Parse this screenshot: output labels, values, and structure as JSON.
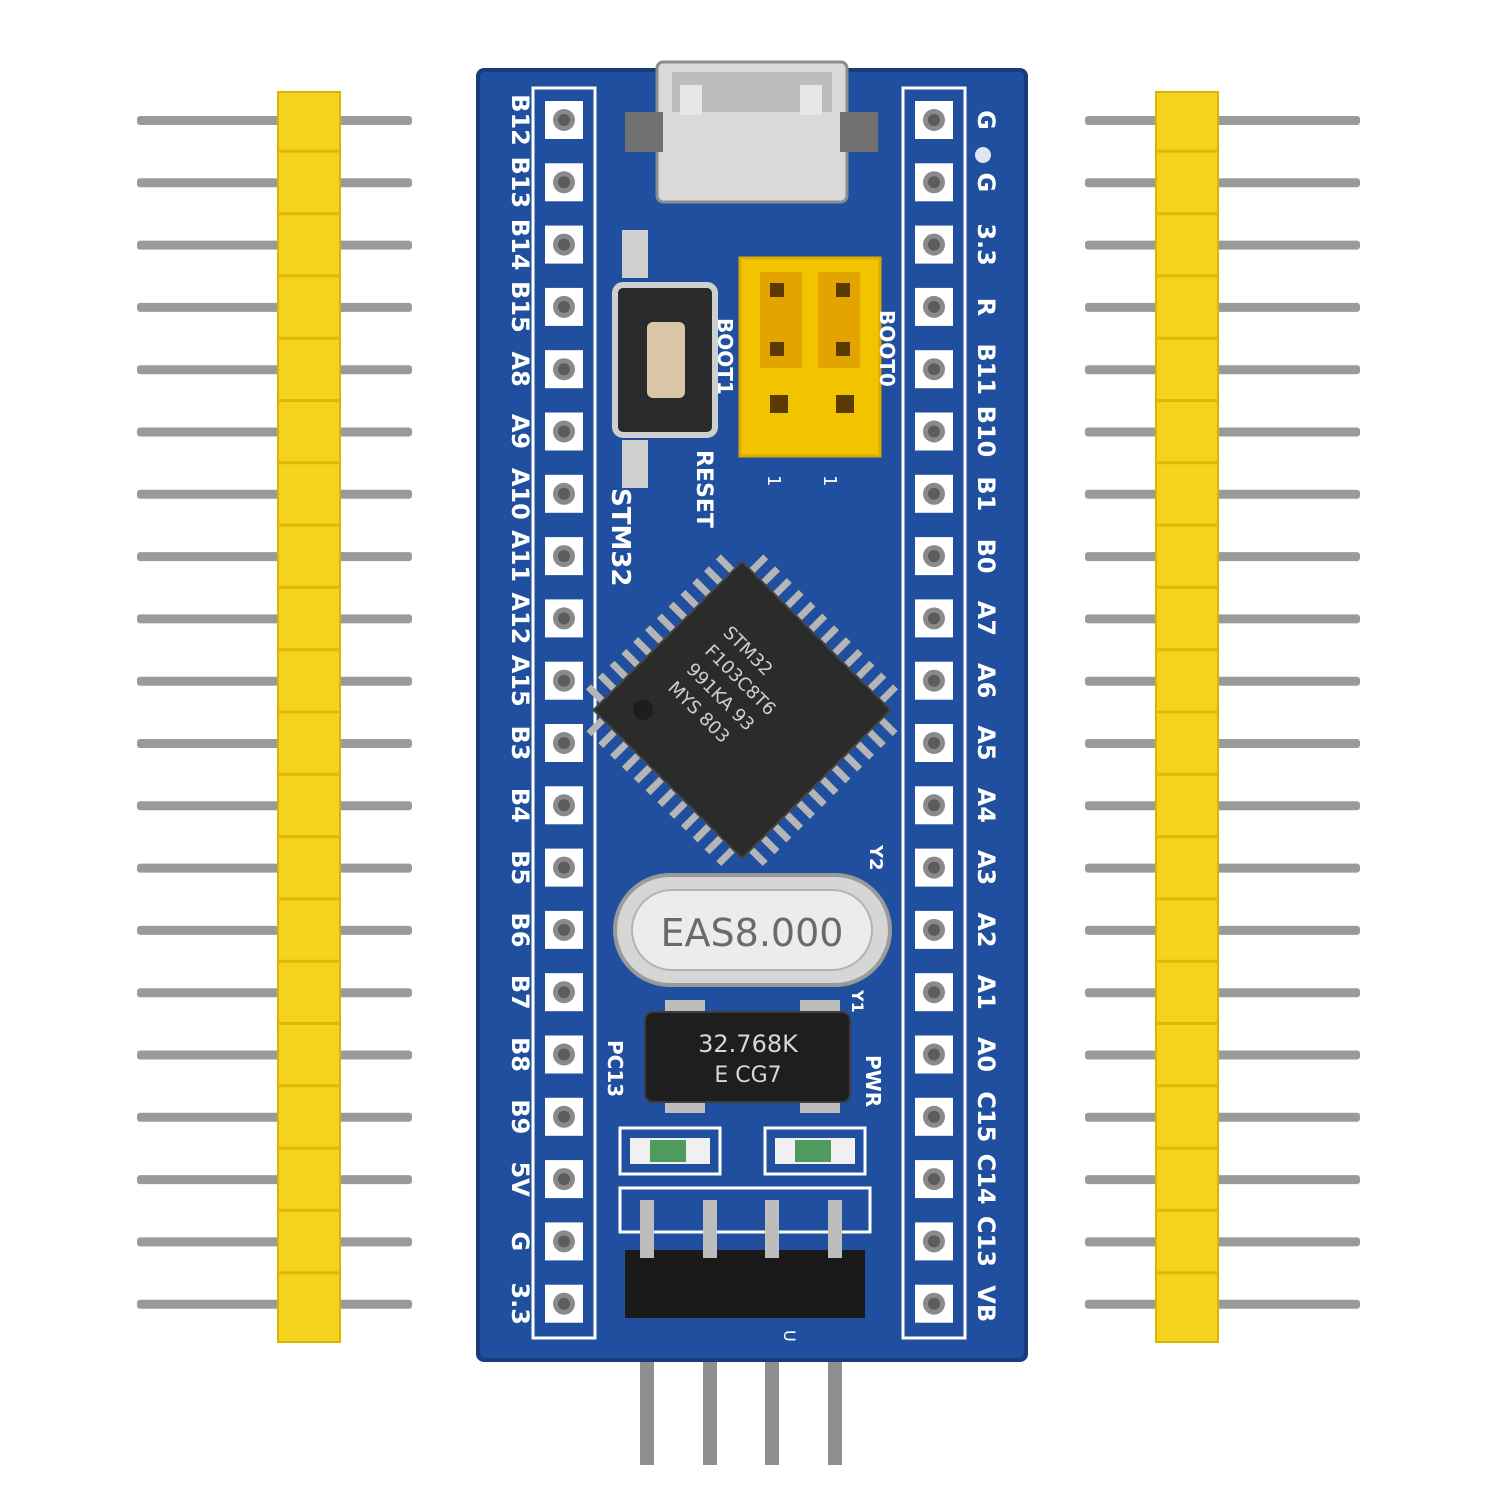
{
  "board": {
    "left_pins": [
      "B12",
      "B13",
      "B14",
      "B15",
      "A8",
      "A9",
      "A10",
      "A11",
      "A12",
      "A15",
      "B3",
      "B4",
      "B5",
      "B6",
      "B7",
      "B8",
      "B9",
      "5V",
      "G",
      "3.3"
    ],
    "right_pins": [
      "G",
      "G",
      "3.3",
      "R",
      "B11",
      "B10",
      "B1",
      "B0",
      "A7",
      "A6",
      "A5",
      "A4",
      "A3",
      "A2",
      "A1",
      "A0",
      "C15",
      "C14",
      "C13",
      "VB"
    ],
    "chip_lines": [
      "STM32",
      "F103C8T6",
      "991KA 93",
      "MYS 803"
    ],
    "chip_label": "STM32",
    "crystal_main": "EAS8.000",
    "crystal_rtc_line1": "32.768K",
    "crystal_rtc_line2": "E    CG7",
    "reset_label": "RESET",
    "boot0_label": "BOOT0",
    "boot1_label": "BOOT1",
    "jumper_mark_left": "1",
    "jumper_mark_right": "1",
    "y1_label": "Y1",
    "y2_label": "Y2",
    "pc13_label": "PC13",
    "pwr_label": "PWR",
    "u1_label": "U"
  },
  "colors": {
    "pcb_blue": "#1f4f9e",
    "pcb_dark": "#163c7a",
    "header_yellow": "#f5d21d",
    "pin_grey": "#9a9a9a",
    "silk_white": "#ffffff"
  },
  "headers": {
    "pin_count": 20
  }
}
